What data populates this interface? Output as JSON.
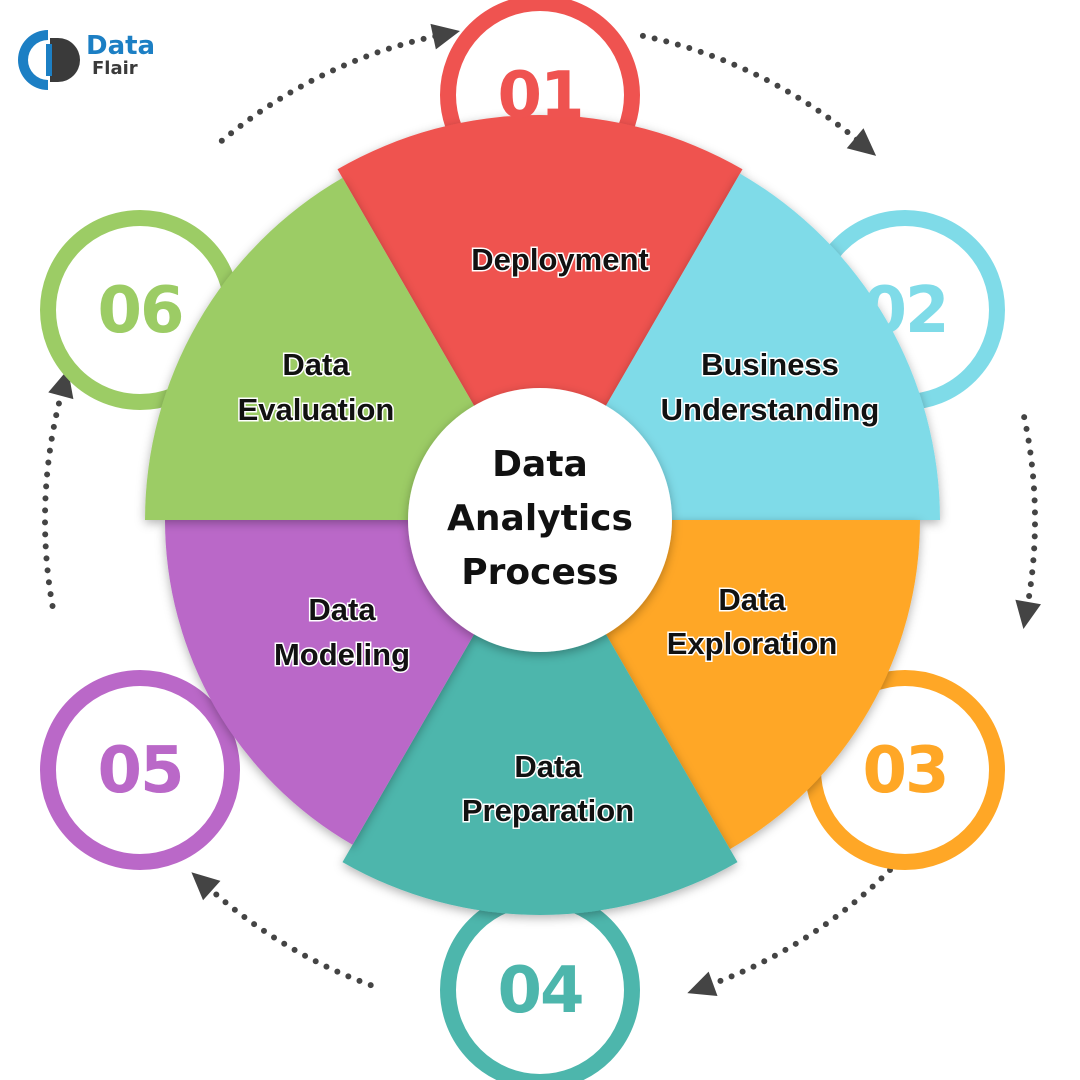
{
  "brand": {
    "name_line1": "Data",
    "name_line2": "Flair",
    "primary_color": "#1c7fc4",
    "secondary_color": "#3a3a3a"
  },
  "center": {
    "lines": [
      "Data",
      "Analytics",
      "Process"
    ]
  },
  "steps": [
    {
      "number": "01",
      "label_lines": [
        "Deployment"
      ],
      "color": "#ef5350"
    },
    {
      "number": "02",
      "label_lines": [
        "Business",
        "Understanding"
      ],
      "color": "#7fdbe8"
    },
    {
      "number": "03",
      "label_lines": [
        "Data",
        "Exploration"
      ],
      "color": "#ffa726"
    },
    {
      "number": "04",
      "label_lines": [
        "Data",
        "Preparation"
      ],
      "color": "#4db6ac"
    },
    {
      "number": "05",
      "label_lines": [
        "Data",
        "Modeling"
      ],
      "color": "#ba68c8"
    },
    {
      "number": "06",
      "label_lines": [
        "Data",
        "Evaluation"
      ],
      "color": "#9ccc65"
    }
  ],
  "cycle": {
    "arrow_icon": "triangle-arrow-icon",
    "path_style": "dotted",
    "direction": "clockwise"
  }
}
